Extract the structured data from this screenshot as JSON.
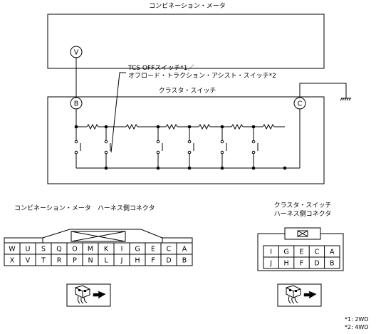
{
  "meter_title": "コンビネーション・メータ",
  "switch_title": "クラスタ・スイッチ",
  "tcs_label": "TCS OFFスイッチ*1／",
  "offroad_label": "オフロード・トラクション・アシスト・スイッチ*2",
  "terminal_v": "V",
  "terminal_b": "B",
  "terminal_c": "C",
  "left_connector_title": "コンビネーション・メータ　ハーネス側コネクタ",
  "right_connector_title_1": "クラスタ・スイッチ",
  "right_connector_title_2": "ハーネス側コネクタ",
  "left_connector_pins": {
    "top": [
      "W",
      "U",
      "S",
      "Q",
      "O",
      "M",
      "K",
      "I",
      "G",
      "E",
      "C",
      "A"
    ],
    "bottom": [
      "X",
      "V",
      "T",
      "R",
      "P",
      "N",
      "L",
      "J",
      "H",
      "F",
      "D",
      "B"
    ]
  },
  "right_connector_pins": {
    "top": [
      "I",
      "G",
      "E",
      "C",
      "A"
    ],
    "bottom": [
      "J",
      "H",
      "F",
      "D",
      "B"
    ]
  },
  "notes": [
    "*1: 2WD",
    "*2: 4WD"
  ]
}
